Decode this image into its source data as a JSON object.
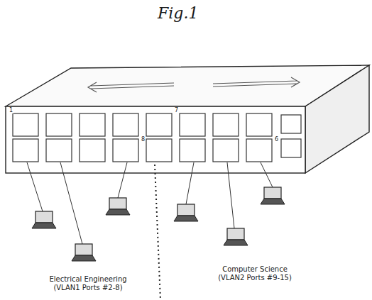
{
  "diagram": {
    "title": "Fig.1",
    "labels": [
      "1",
      "7",
      "8",
      "6",
      "Electrical Engineering (VLAN1 Ports #2-8)",
      "Computer Science (VLAN2 Ports #9-15)"
    ]
  }
}
